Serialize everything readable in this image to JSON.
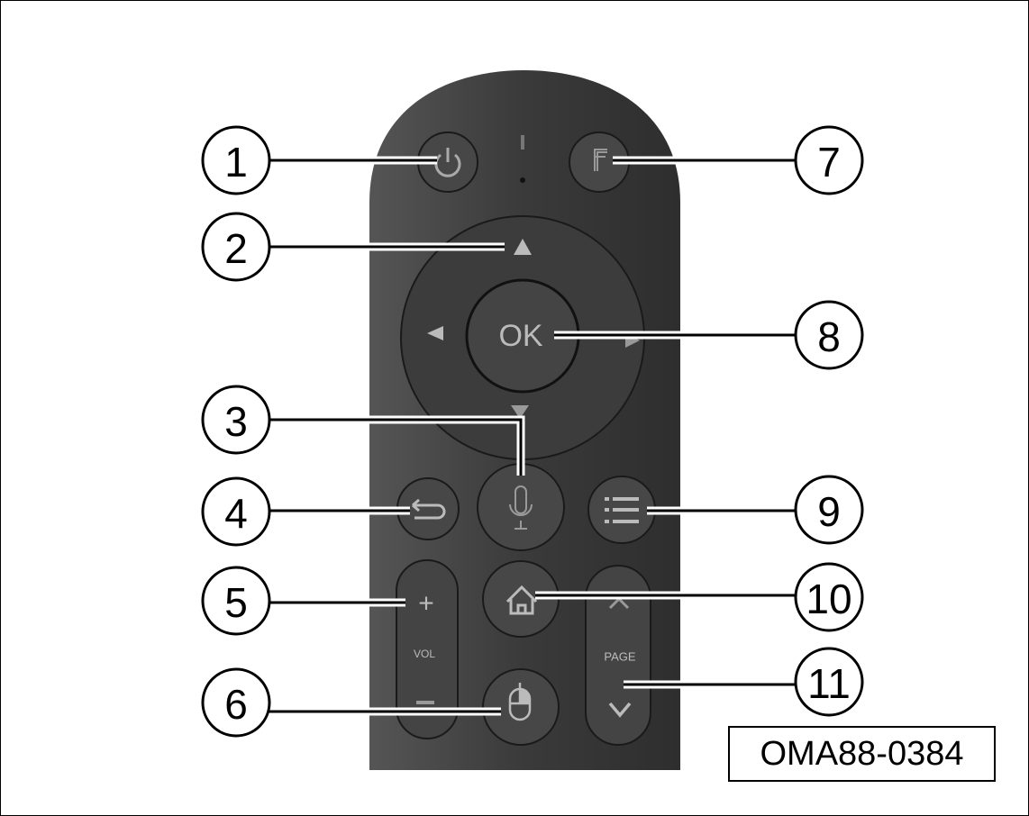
{
  "figure_code": "OMA88-0384",
  "callouts": [
    "1",
    "2",
    "3",
    "4",
    "5",
    "6",
    "7",
    "8",
    "9",
    "10",
    "11"
  ],
  "buttons": {
    "ok_label": "OK",
    "vol_label": "VOL",
    "vol_plus": "+",
    "page_label": "PAGE"
  },
  "colors": {
    "remote_body": "#3a3a3a",
    "button": "#454545",
    "glyph": "#bdbdbd"
  }
}
